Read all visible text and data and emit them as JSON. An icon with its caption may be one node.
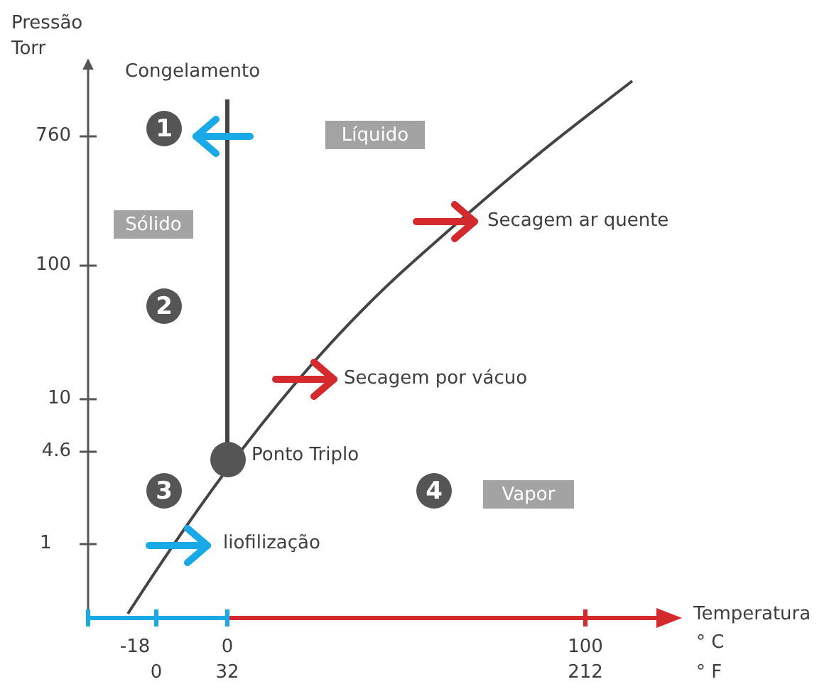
{
  "diagram": {
    "nodes": [
      {
        "text": [
          "1"
        ]
      },
      {
        "text": [
          "Líquido"
        ]
      },
      {
        "text": [
          "Sólido"
        ]
      },
      {
        "text": [
          "2"
        ]
      },
      {
        "text": [],
        "shape": "circle",
        "beside": [
          "Ponto Triplo"
        ]
      },
      {
        "text": [
          "3"
        ]
      },
      {
        "text": [
          "4"
        ]
      },
      {
        "text": [
          "Vapor"
        ]
      }
    ],
    "labels": [
      "Pressão Torr",
      "Congelamento",
      "760",
      "Secagem ar quente",
      "100",
      "Secagem por vácuo",
      "10",
      "4.6",
      "1",
      "liofilização",
      "Temperatura",
      "-18",
      "0",
      "100",
      "° C",
      "0",
      "32",
      "212",
      "° F"
    ]
  }
}
